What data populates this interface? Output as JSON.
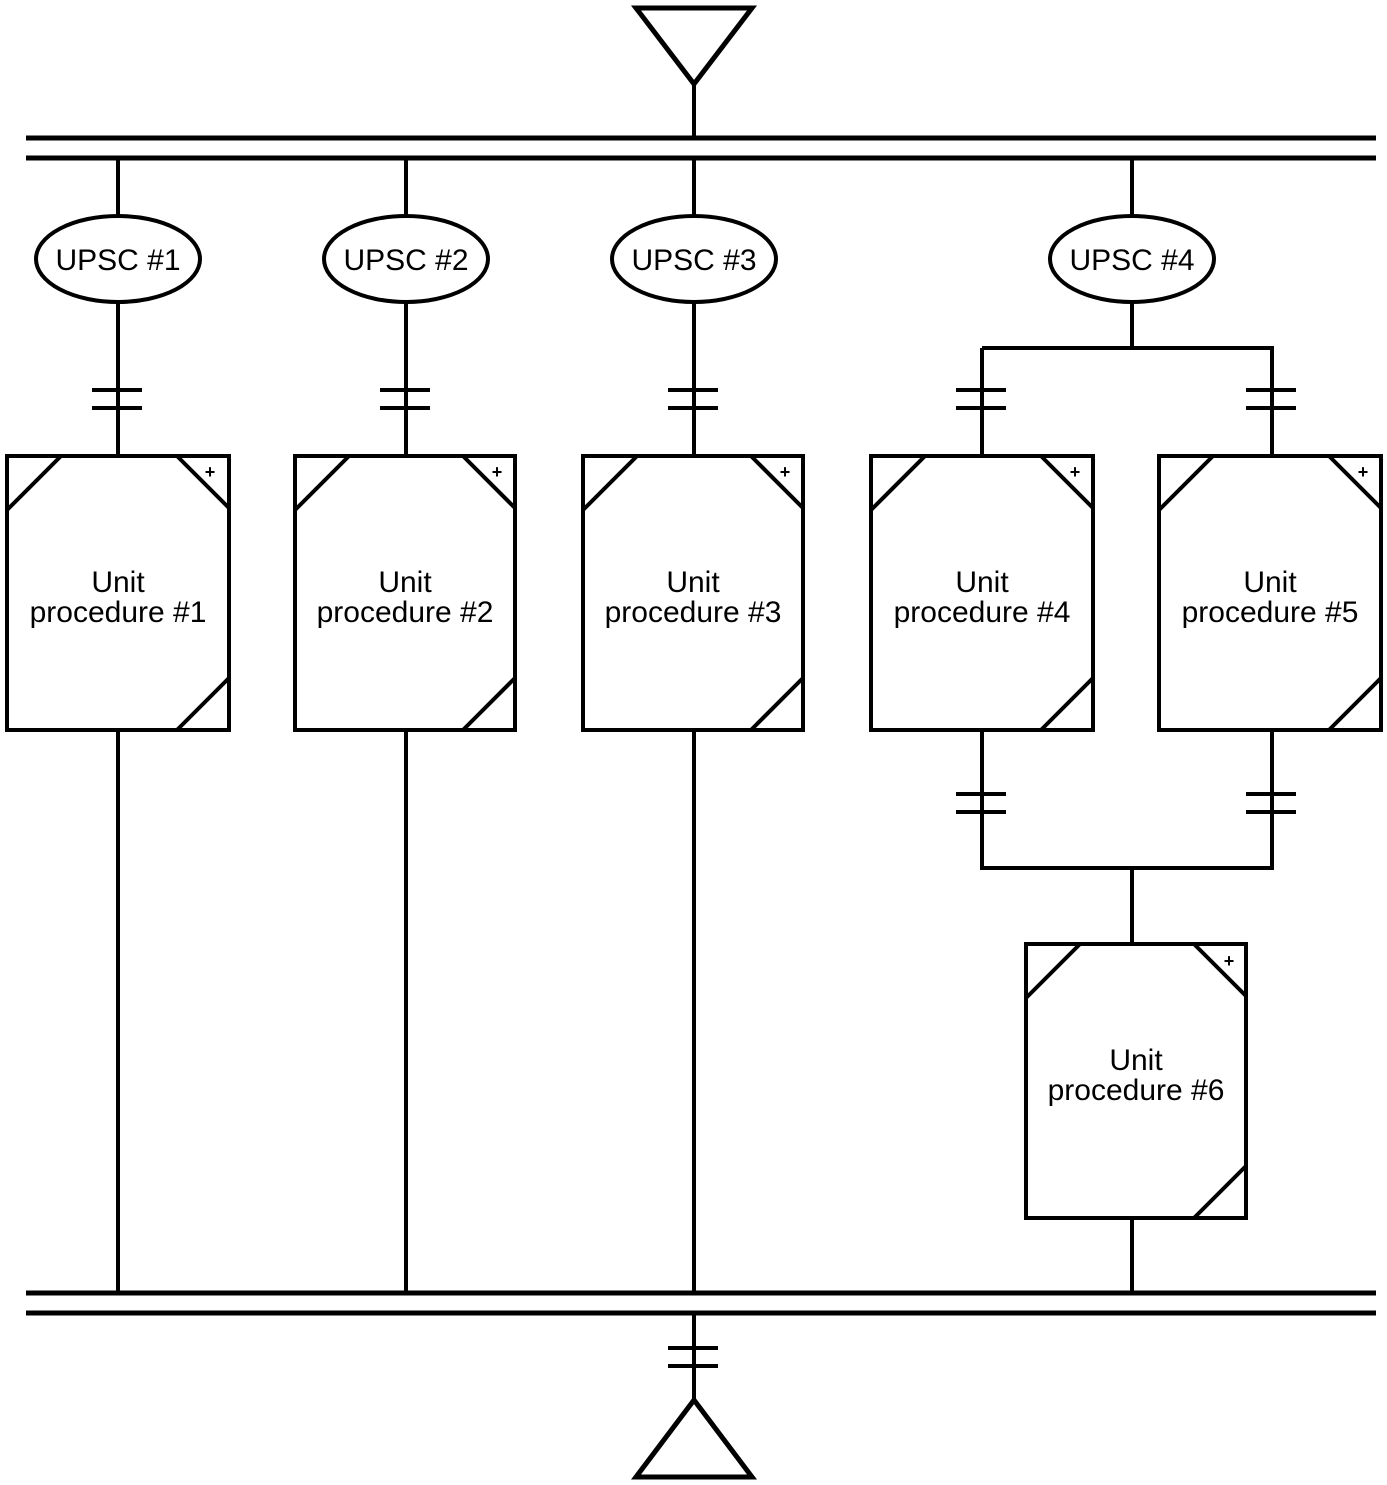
{
  "upsc_labels": [
    "UPSC #1",
    "UPSC #2",
    "UPSC #3",
    "UPSC #4"
  ],
  "unit_procedures": [
    {
      "line1": "Unit",
      "line2": "procedure #1"
    },
    {
      "line1": "Unit",
      "line2": "procedure #2"
    },
    {
      "line1": "Unit",
      "line2": "procedure #3"
    },
    {
      "line1": "Unit",
      "line2": "procedure #4"
    },
    {
      "line1": "Unit",
      "line2": "procedure #5"
    },
    {
      "line1": "Unit",
      "line2": "procedure #6"
    }
  ],
  "expand_marker": "+"
}
